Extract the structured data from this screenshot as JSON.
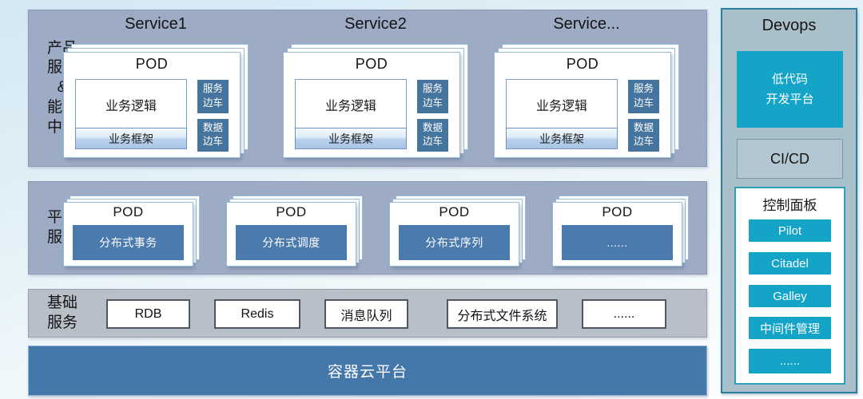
{
  "colors": {
    "band_blue_gray": "#9dabc4",
    "band_gray": "#b9bfc8",
    "container_steel_blue": "#4477aa",
    "pod_service_blue": "#4b7aad",
    "sidecar_blue": "#45749f",
    "teal_accent": "#13a4c8",
    "devops_panel_bg": "#a9c0cb",
    "devops_panel_border": "#2b7e9c",
    "card_border_blue": "#93bbda"
  },
  "product_band": {
    "label_lines": [
      "产品",
      "服务",
      "&",
      "能力",
      "中心"
    ],
    "services": [
      {
        "title": "Service1",
        "pod_label": "POD",
        "logic_label": "业务逻辑",
        "framework_label": "业务框架",
        "sidecar_service": [
          "服务",
          "边车"
        ],
        "sidecar_data": [
          "数据",
          "边车"
        ]
      },
      {
        "title": "Service2",
        "pod_label": "POD",
        "logic_label": "业务逻辑",
        "framework_label": "业务框架",
        "sidecar_service": [
          "服务",
          "边车"
        ],
        "sidecar_data": [
          "数据",
          "边车"
        ]
      },
      {
        "title": "Service...",
        "pod_label": "POD",
        "logic_label": "业务逻辑",
        "framework_label": "业务框架",
        "sidecar_service": [
          "服务",
          "边车"
        ],
        "sidecar_data": [
          "数据",
          "边车"
        ]
      }
    ]
  },
  "platform_band": {
    "label_lines": [
      "平台",
      "服务"
    ],
    "pods": [
      {
        "pod_label": "POD",
        "name": "分布式事务"
      },
      {
        "pod_label": "POD",
        "name": "分布式调度"
      },
      {
        "pod_label": "POD",
        "name": "分布式序列"
      },
      {
        "pod_label": "POD",
        "name": "......"
      }
    ]
  },
  "base_band": {
    "label_lines": [
      "基础",
      "服务"
    ],
    "items": [
      "RDB",
      "Redis",
      "消息队列",
      "分布式文件系统",
      "......"
    ]
  },
  "container_band": {
    "label": "容器云平台"
  },
  "devops": {
    "title": "Devops",
    "lowcode_lines": [
      "低代码",
      "开发平台"
    ],
    "cicd_label": "CI/CD",
    "control_panel": {
      "title": "控制面板",
      "buttons": [
        "Pilot",
        "Citadel",
        "Galley",
        "中间件管理",
        "......"
      ]
    }
  }
}
